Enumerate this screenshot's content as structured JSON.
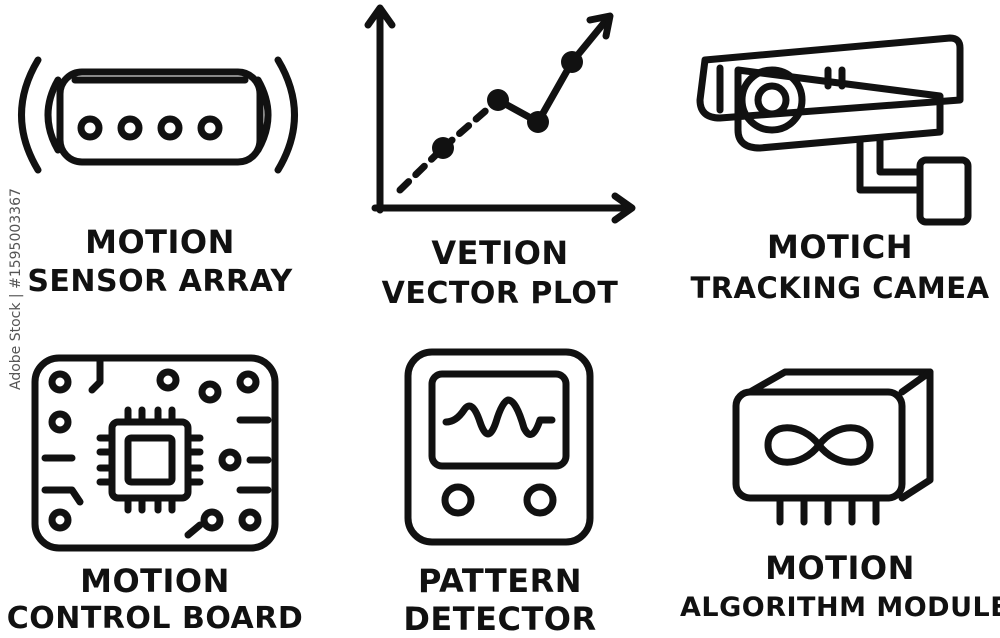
{
  "colors": {
    "ink": "#111111",
    "background": "#ffffff"
  },
  "icons": [
    {
      "name": "motion-sensor-icon",
      "line1": "MOTION",
      "line2": "SENSOR ARRAY"
    },
    {
      "name": "vector-plot-icon",
      "line1": "VETION",
      "line2": "VECTOR PLOT"
    },
    {
      "name": "tracking-camera-icon",
      "line1": "MOTICH",
      "line2": "TRACKING CAMEA"
    },
    {
      "name": "control-board-icon",
      "line1": "MOTION",
      "line2": "CONTROL BOARD"
    },
    {
      "name": "pattern-detector-icon",
      "line1": "PATTERN",
      "line2": "DETECTOR"
    },
    {
      "name": "algorithm-module-icon",
      "line1": "MOTION",
      "line2": "ALGORITHM MODULE"
    }
  ],
  "watermark": "Adobe Stock | #1595003367"
}
